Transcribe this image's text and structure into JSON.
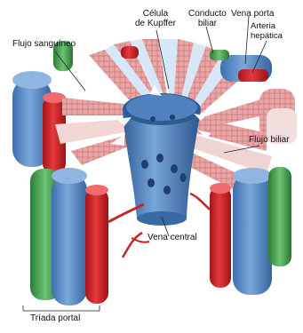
{
  "labels": {
    "kupffer_line1": "Célula",
    "kupffer_line2": "de Kupffer",
    "duct_line1": "Conducto",
    "duct_line2": "biliar",
    "portal_vein": "Vena porta",
    "artery_line1": "Arteria",
    "artery_line2": "hepática",
    "blood_flow": "Flujo sanguíneo",
    "bile_flow": "Flujo biliar",
    "central_vein": "Vena central",
    "portal_triad": "Tríada portal"
  },
  "colors": {
    "vein_blue": "#5a8fc8",
    "vein_blue_dark": "#2f5f9a",
    "vein_blue_light": "#8fb6e0",
    "artery_red": "#d8262b",
    "artery_red_dark": "#9e1216",
    "duct_green": "#4fae57",
    "duct_green_dark": "#2d7d35",
    "hepatocyte_pink": "#e8a0a0",
    "hepatocyte_dark": "#c56a6a",
    "sinusoid_light": "#cfe4f5",
    "bile_canaliculi": "#b98cc4"
  }
}
